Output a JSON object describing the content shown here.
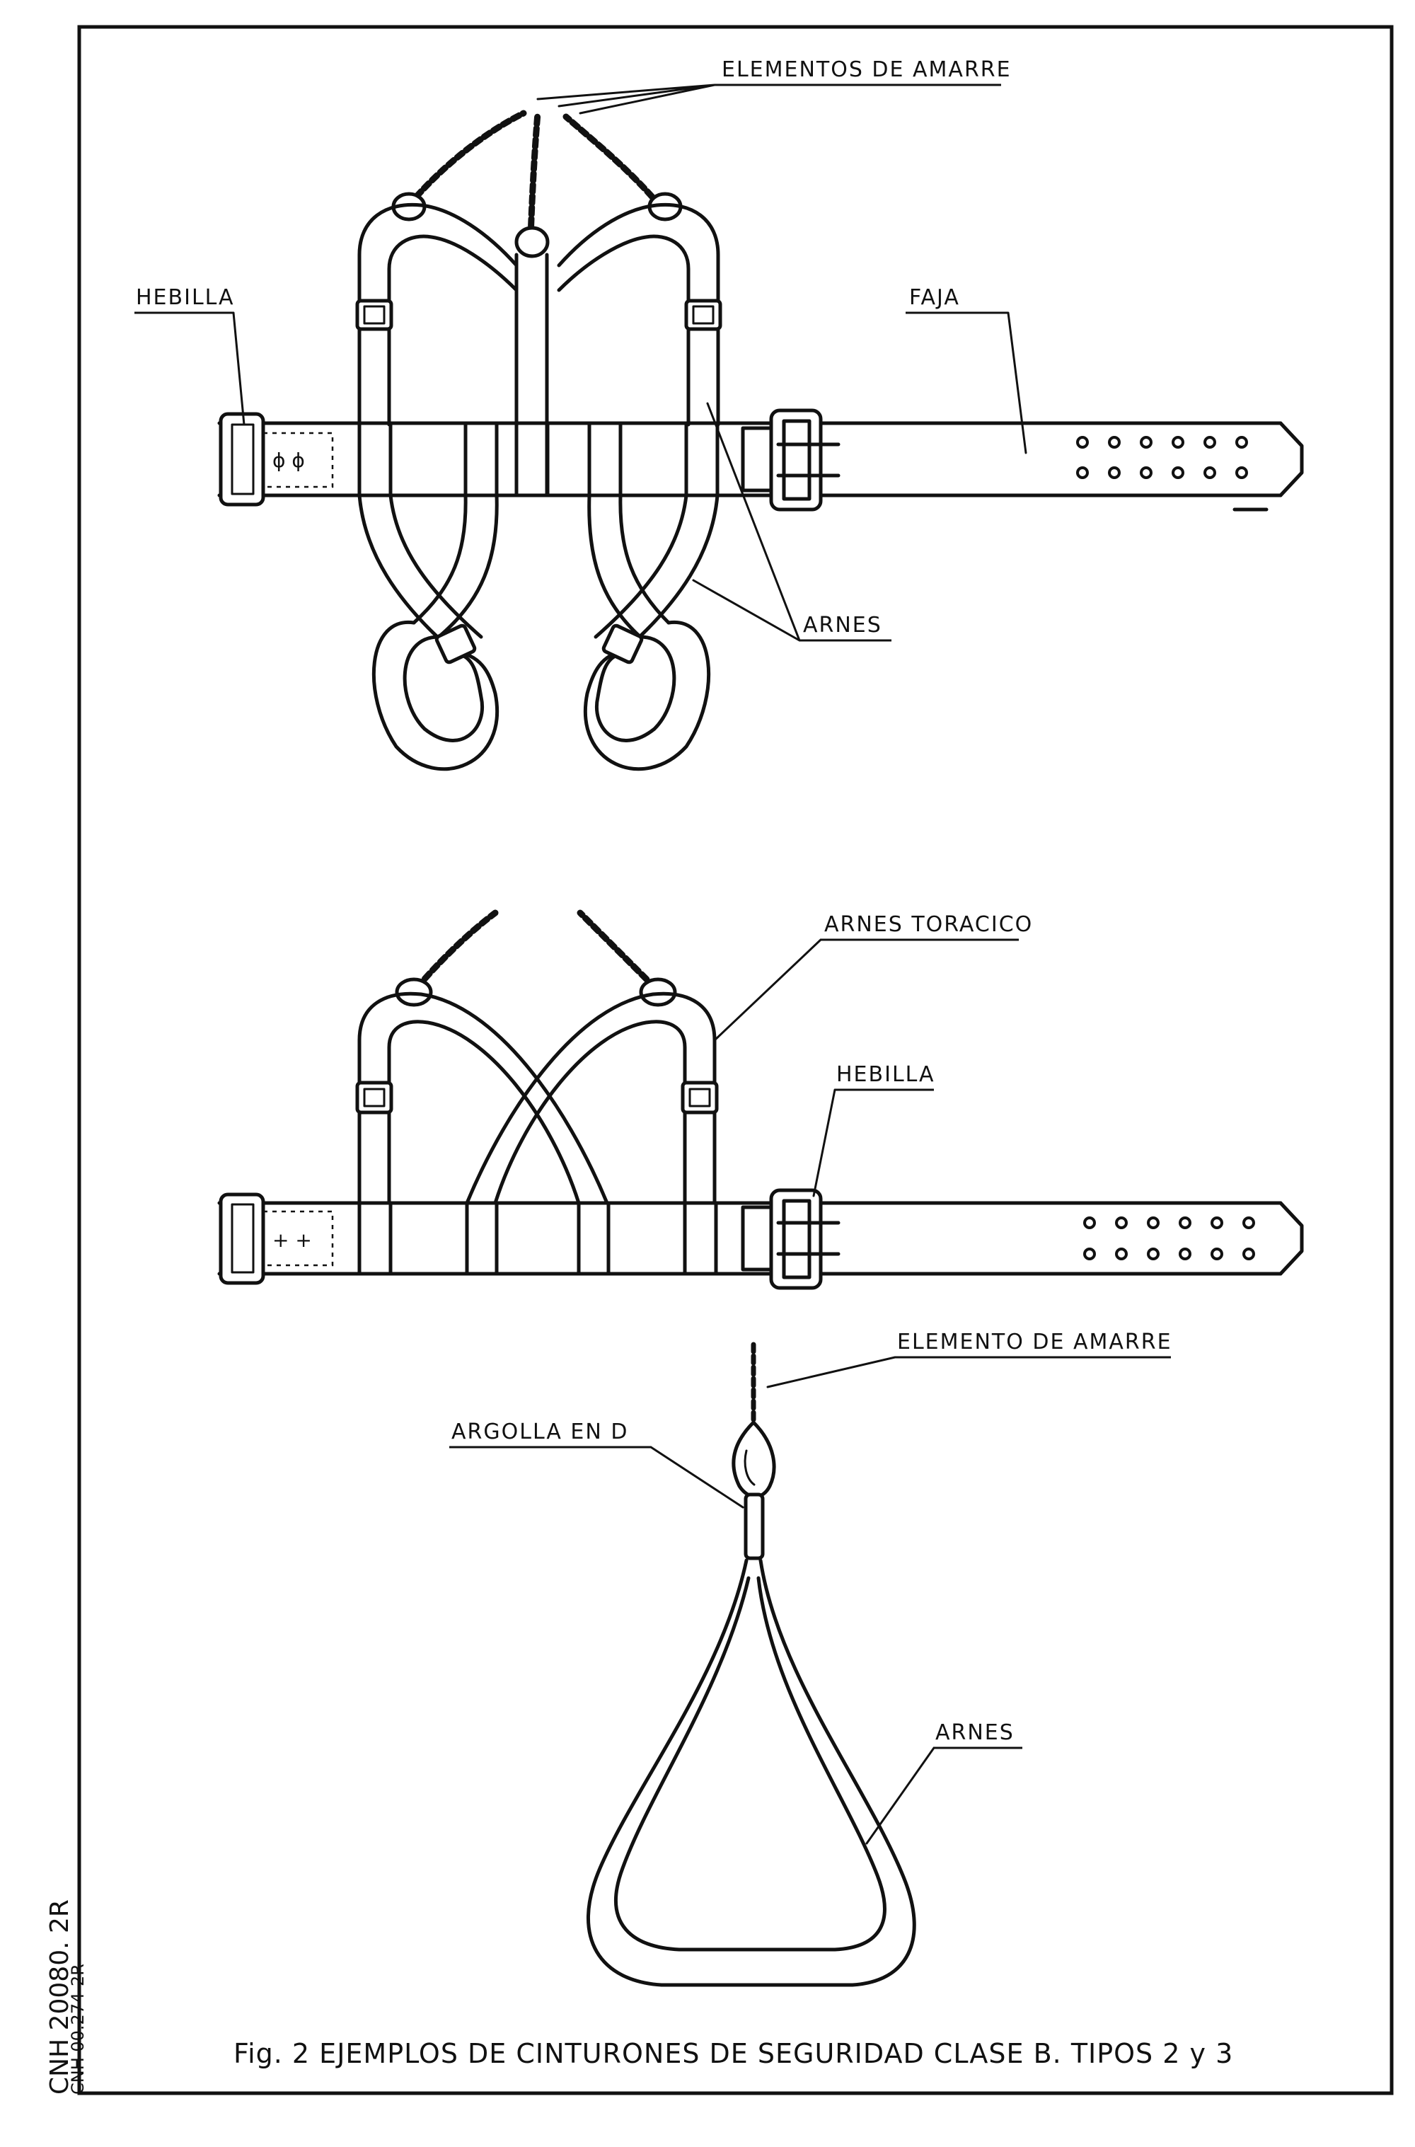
{
  "labels": {
    "elementos_de_amarre": "ELEMENTOS DE AMARRE",
    "hebilla_1": "HEBILLA",
    "faja": "FAJA",
    "arnes_1": "ARNES",
    "arnes_toracico": "ARNES TORACICO",
    "hebilla_2": "HEBILLA",
    "elemento_de_amarre": "ELEMENTO DE AMARRE",
    "argolla_en_d": "ARGOLLA EN D",
    "arnes_2": "ARNES"
  },
  "caption": "Fig. 2 EJEMPLOS DE CINTURONES DE SEGURIDAD CLASE B. TIPOS 2 y 3",
  "side_codes": {
    "primary": "CNH 20080. 2R",
    "secondary": "CNH 00.274-2R"
  }
}
